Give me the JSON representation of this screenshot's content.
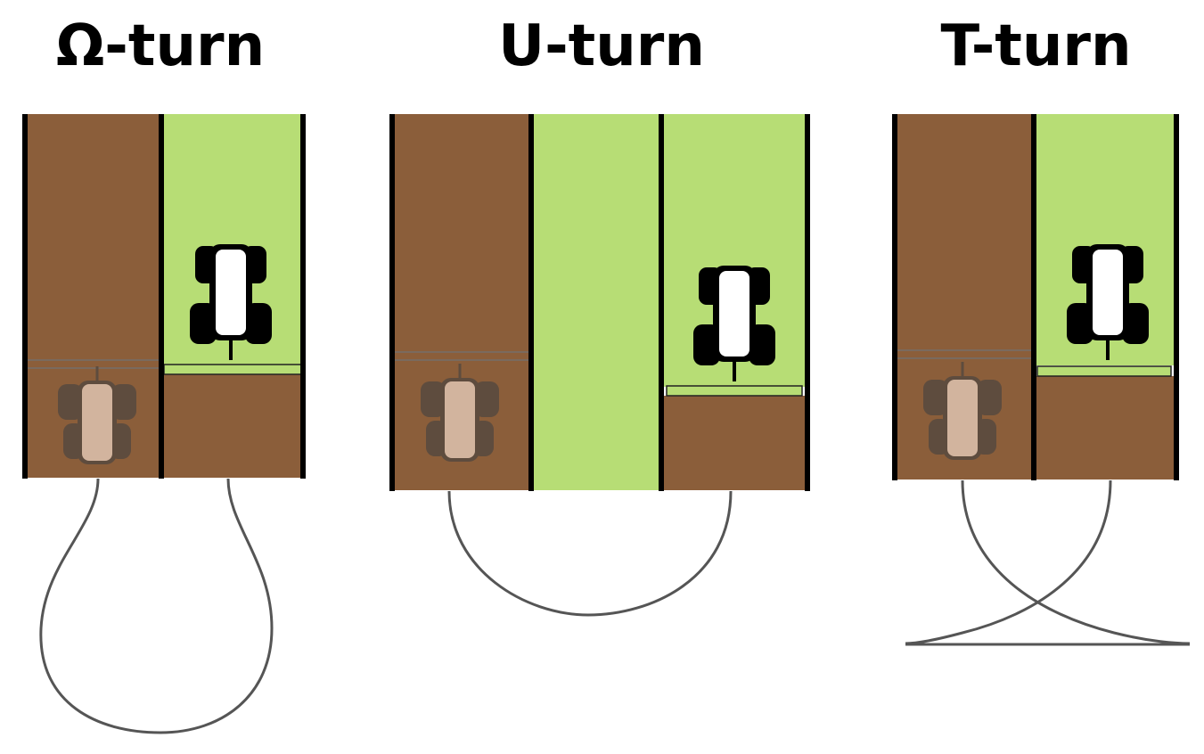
{
  "panels": [
    {
      "title": "Ω-turn"
    },
    {
      "title": "U-turn"
    },
    {
      "title": "T-turn"
    }
  ],
  "colors": {
    "soil": "#8b5e3a",
    "crop": "#b7dd75",
    "path": "#555555",
    "tractor_active": "#000000",
    "tractor_ghost_wheels": "#5e4c3e",
    "tractor_ghost_body": "#d2b49e"
  }
}
